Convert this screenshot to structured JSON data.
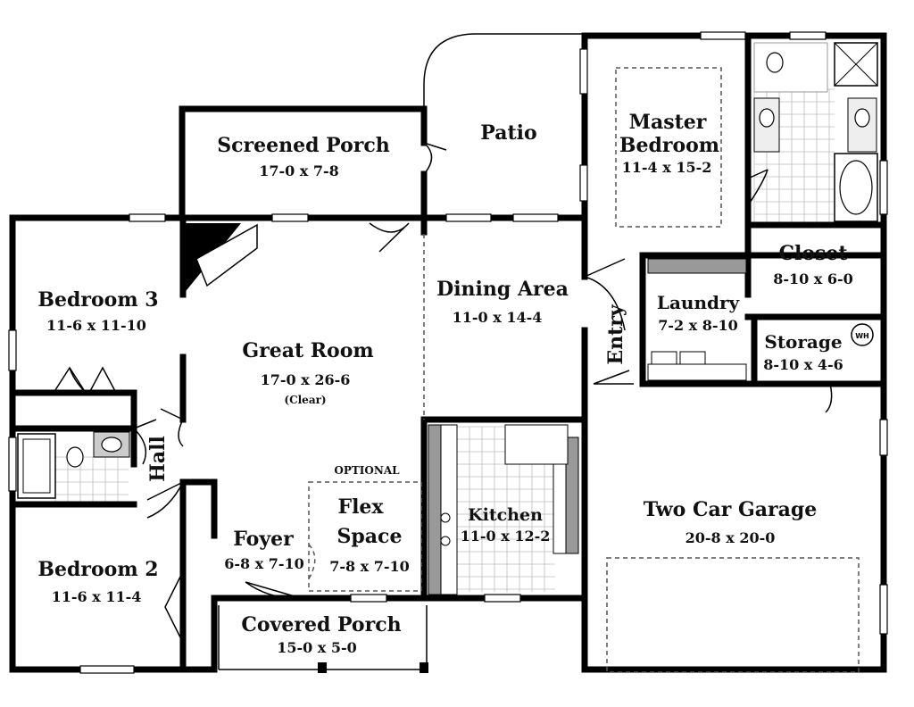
{
  "rooms": {
    "screened_porch": {
      "name": "Screened Porch",
      "dim": "17-0 x 7-8"
    },
    "patio": {
      "name": "Patio"
    },
    "master_bedroom": {
      "name1": "Master",
      "name2": "Bedroom",
      "dim": "11-4 x 15-2"
    },
    "closet": {
      "name": "Closet",
      "dim": "8-10 x 6-0"
    },
    "bedroom3": {
      "name": "Bedroom 3",
      "dim": "11-6 x 11-10"
    },
    "dining_area": {
      "name": "Dining Area",
      "dim": "11-0 x 14-4"
    },
    "laundry": {
      "name": "Laundry",
      "dim": "7-2 x 8-10"
    },
    "entry": {
      "name": "Entry"
    },
    "storage": {
      "name": "Storage",
      "dim": "8-10 x 4-6",
      "wh": "WH"
    },
    "great_room": {
      "name": "Great Room",
      "dim": "17-0 x 26-6",
      "note": "(Clear)"
    },
    "hall": {
      "name": "Hall"
    },
    "flex_space": {
      "tag": "OPTIONAL",
      "name1": "Flex",
      "name2": "Space",
      "dim": "7-8 x 7-10"
    },
    "kitchen": {
      "name": "Kitchen",
      "dim": "11-0 x 12-2"
    },
    "garage": {
      "name": "Two Car Garage",
      "dim": "20-8 x 20-0"
    },
    "foyer": {
      "name": "Foyer",
      "dim": "6-8 x 7-10"
    },
    "bedroom2": {
      "name": "Bedroom 2",
      "dim": "11-6 x 11-4"
    },
    "covered_porch": {
      "name": "Covered Porch",
      "dim": "15-0 x 5-0"
    }
  }
}
